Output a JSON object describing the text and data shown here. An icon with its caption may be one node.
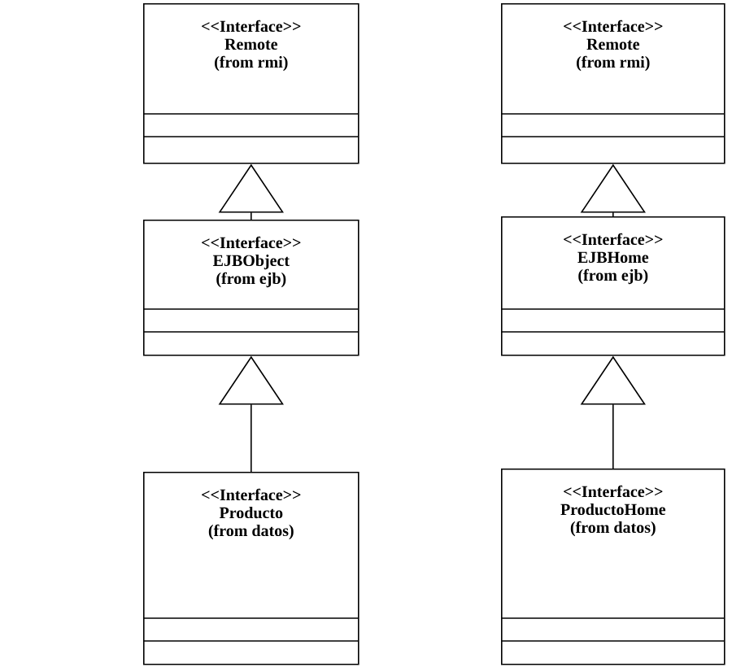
{
  "diagram": {
    "nodes": [
      {
        "text": [
          "<<Interface>>",
          "Remote",
          "(from rmi)"
        ]
      },
      {
        "text": [
          "<<Interface>>",
          "Remote",
          "(from rmi)"
        ]
      },
      {
        "text": [
          "<<Interface>>",
          "EJBObject",
          "(from ejb)"
        ]
      },
      {
        "text": [
          "<<Interface>>",
          "EJBHome",
          "(from ejb)"
        ]
      },
      {
        "text": [
          "<<Interface>>",
          "Producto",
          "(from datos)"
        ]
      },
      {
        "text": [
          "<<Interface>>",
          "ProductoHome",
          "(from datos)"
        ]
      }
    ],
    "edges": [
      {
        "from": 2,
        "to": 0,
        "arrow": "to"
      },
      {
        "from": 3,
        "to": 1,
        "arrow": "to"
      },
      {
        "from": 4,
        "to": 2,
        "arrow": "to"
      },
      {
        "from": 5,
        "to": 3,
        "arrow": "to"
      }
    ]
  }
}
